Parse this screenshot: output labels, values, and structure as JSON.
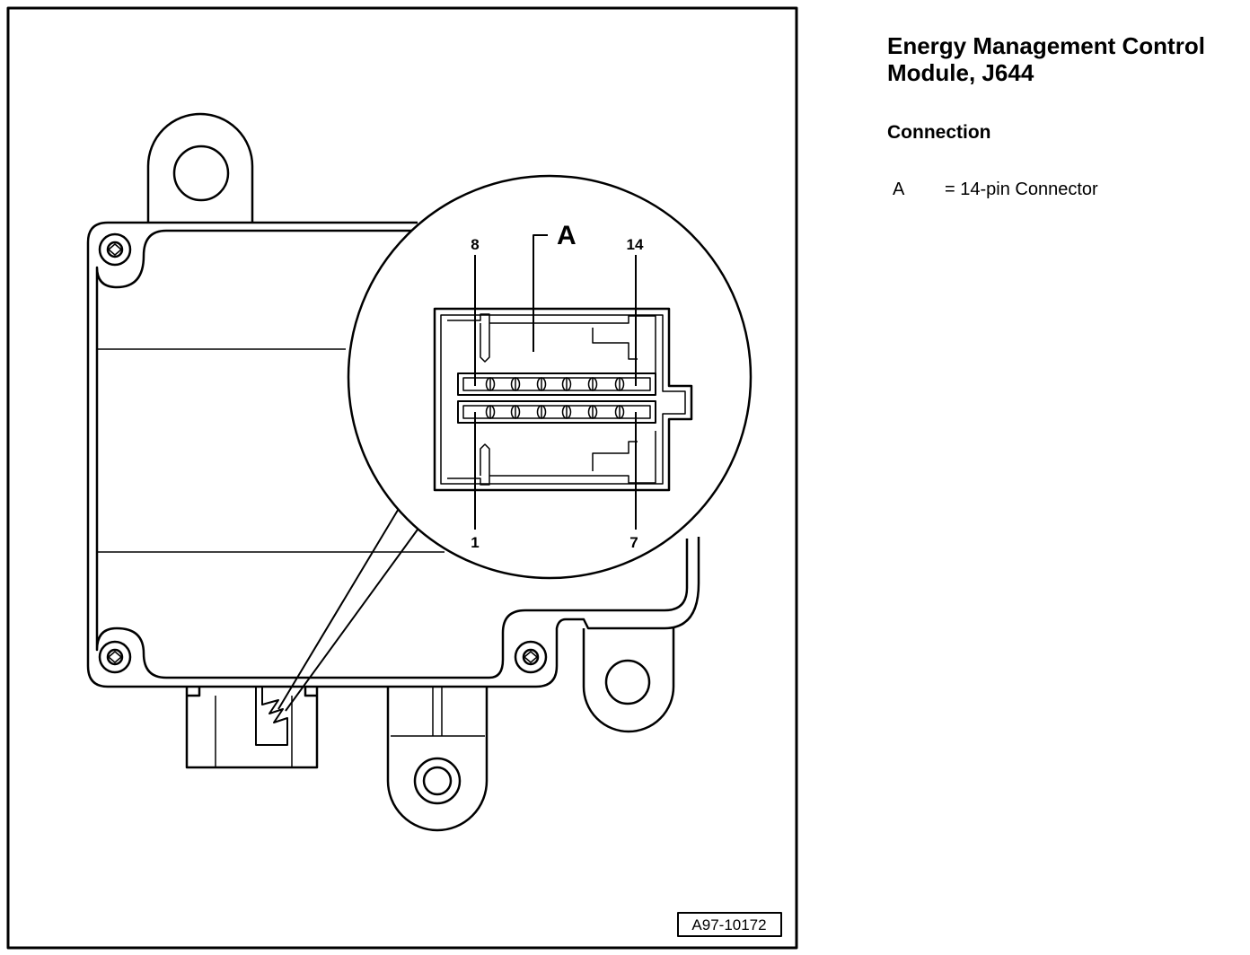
{
  "document": {
    "title": "Energy Management Control\nModule, J644",
    "section": "Connection",
    "legend": [
      {
        "key": "A",
        "description": "= 14-pin Connector"
      }
    ]
  },
  "figure": {
    "callout_letter": "A",
    "pin_labels": {
      "top_left": "8",
      "top_right": "14",
      "bottom_left": "1",
      "bottom_right": "7"
    },
    "figure_id": "A97-10172"
  },
  "colors": {
    "line": "#000000",
    "background": "#ffffff"
  }
}
